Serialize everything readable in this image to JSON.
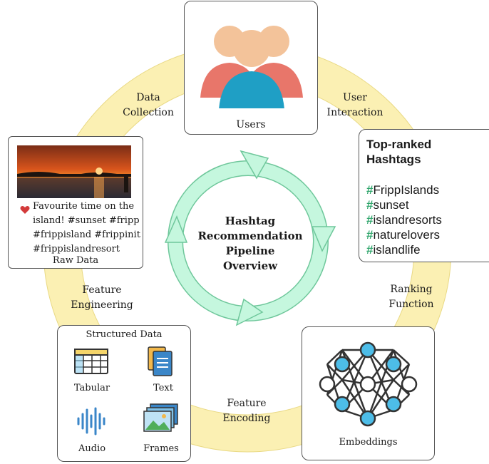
{
  "center": {
    "line1": "Hashtag",
    "line2": "Recommendation",
    "line3": "Pipeline",
    "line4": "Overview"
  },
  "stages": {
    "data_collection": [
      "Data",
      "Collection"
    ],
    "user_interaction": [
      "User",
      "Interaction"
    ],
    "ranking_function": [
      "Ranking",
      "Function"
    ],
    "feature_encoding": [
      "Feature",
      "Encoding"
    ],
    "feature_engineering": [
      "Feature",
      "Engineering"
    ]
  },
  "users": {
    "label": "Users",
    "icon": "users-group-icon"
  },
  "raw_data": {
    "label": "Raw Data",
    "caption": [
      "Favourite time on the",
      "island! #sunset #fripp",
      "#frippisland #frippinit",
      "#frippislandresort"
    ],
    "image": "sunset-photo",
    "icon": "heart-icon"
  },
  "top_ranked": {
    "title": [
      "Top-ranked",
      "Hashtags"
    ],
    "hash": "#",
    "tags": [
      "FrippIslands",
      "sunset",
      "islandresorts",
      "naturelovers",
      "islandlife"
    ]
  },
  "structured": {
    "title": "Structured Data",
    "items": [
      "Tabular",
      "Text",
      "Audio",
      "Frames"
    ]
  },
  "embeddings": {
    "label": "Embeddings",
    "icon": "neural-network-icon"
  },
  "colors": {
    "ring": "#fbf0b3",
    "cycle": "#c5f7de",
    "cycle_stroke": "#6fc79b",
    "user_teal": "#1f9fc5",
    "user_coral": "#e8766a",
    "user_skin": "#f3c39a",
    "node_blue": "#4dbde8",
    "hash_green": "#2fa56b"
  }
}
